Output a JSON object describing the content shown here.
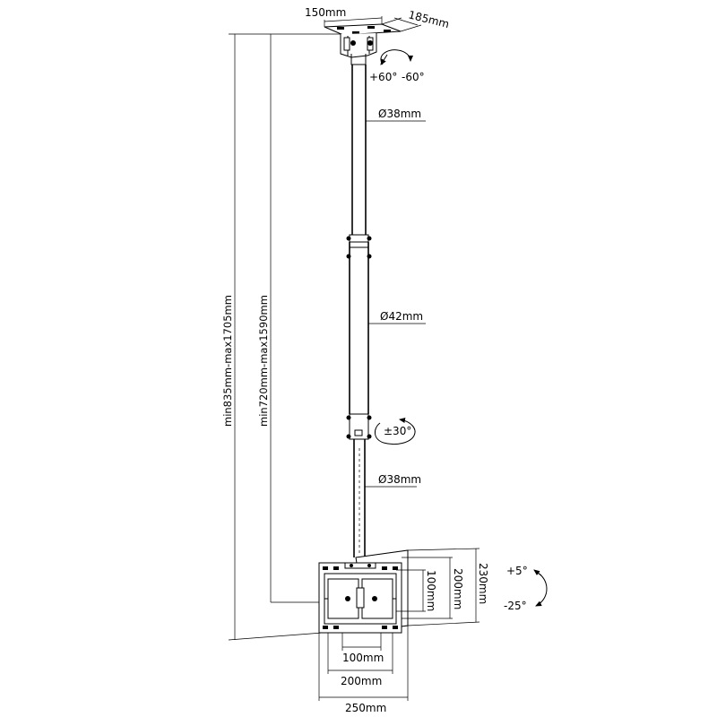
{
  "top_mount": {
    "width_label": "150mm",
    "depth_label": "185mm",
    "tilt_up_label": "+60°",
    "tilt_down_label": "-60°"
  },
  "pole": {
    "upper_diameter_label": "Ø38mm",
    "middle_diameter_label": "Ø42mm",
    "rotation_label": "±30°",
    "lower_diameter_label": "Ø38mm"
  },
  "heights": {
    "outer_label": "min835mm-max1705mm",
    "inner_label": "min720mm-max1590mm"
  },
  "vesa_plate": {
    "vertical_small_label": "100mm",
    "vertical_medium_label": "200mm",
    "vertical_large_label": "230mm",
    "horizontal_small_label": "100mm",
    "horizontal_medium_label": "200mm",
    "horizontal_large_label": "250mm",
    "tilt_up_label": "+5°",
    "tilt_down_label": "-25°"
  }
}
